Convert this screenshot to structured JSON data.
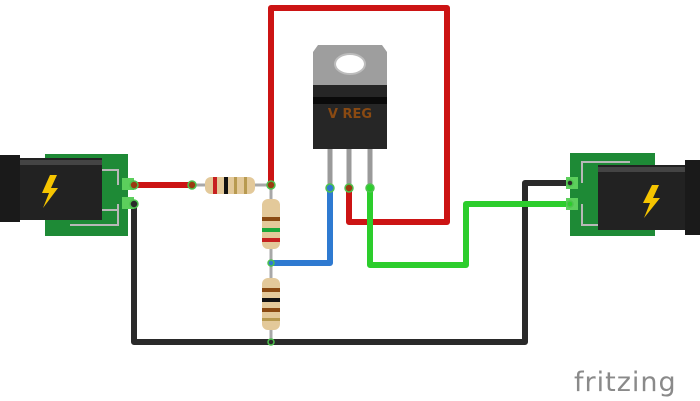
{
  "regulator": {
    "label": "V REG"
  },
  "logo": {
    "text": "fritzing"
  },
  "colors": {
    "wire_red": "#cc1414",
    "wire_black": "#2a2a2a",
    "wire_blue": "#2f7ad1",
    "wire_green": "#2ccd2c",
    "pcb_green": "#1e8a36",
    "label_orange": "#8a4a12"
  },
  "components": [
    "dc-jack-input",
    "resistor-r1",
    "resistor-r2",
    "resistor-r3",
    "voltage-regulator",
    "dc-jack-output"
  ]
}
